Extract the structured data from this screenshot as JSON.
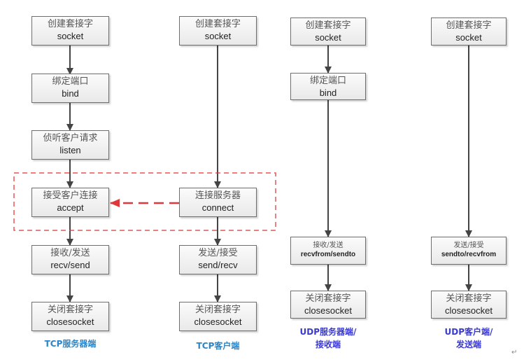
{
  "diagram": {
    "title": "Socket communication flow",
    "colors": {
      "arrow": "#444444",
      "highlight": "#e0383a",
      "tcp_caption": "#2a86c8",
      "udp_caption": "#3a3ad0"
    },
    "columns": [
      {
        "id": "tcp-server",
        "caption": "TCP服务器端",
        "steps": [
          {
            "cn": "创建套接字",
            "en": "socket"
          },
          {
            "cn": "绑定端口",
            "en": "bind"
          },
          {
            "cn": "侦听客户请求",
            "en": "listen"
          },
          {
            "cn": "接受客户连接",
            "en": "accept"
          },
          {
            "cn": "接收/发送",
            "en": "recv/send"
          },
          {
            "cn": "关闭套接字",
            "en": "closesocket"
          }
        ]
      },
      {
        "id": "tcp-client",
        "caption": "TCP客户端",
        "steps": [
          {
            "cn": "创建套接字",
            "en": "socket"
          },
          {
            "cn": "连接服务器",
            "en": "connect"
          },
          {
            "cn": "发送/接受",
            "en": "send/recv"
          },
          {
            "cn": "关闭套接字",
            "en": "closesocket"
          }
        ]
      },
      {
        "id": "udp-server",
        "caption_line1": "UDP服务器端/",
        "caption_line2": "接收端",
        "steps": [
          {
            "cn": "创建套接字",
            "en": "socket"
          },
          {
            "cn": "绑定端口",
            "en": "bind"
          },
          {
            "cn": "接收/发送",
            "en": "recvfrom/sendto"
          },
          {
            "cn": "关闭套接字",
            "en": "closesocket"
          }
        ]
      },
      {
        "id": "udp-client",
        "caption_line1": "UDP客户端/",
        "caption_line2": "发送端",
        "steps": [
          {
            "cn": "创建套接字",
            "en": "socket"
          },
          {
            "cn": "发送/接受",
            "en": "sendto/recvfrom"
          },
          {
            "cn": "关闭套接字",
            "en": "closesocket"
          }
        ]
      }
    ],
    "connection": {
      "from": "connect",
      "to": "accept",
      "style": "dashed",
      "group": "handshake-region"
    },
    "corner_mark": "↵"
  }
}
